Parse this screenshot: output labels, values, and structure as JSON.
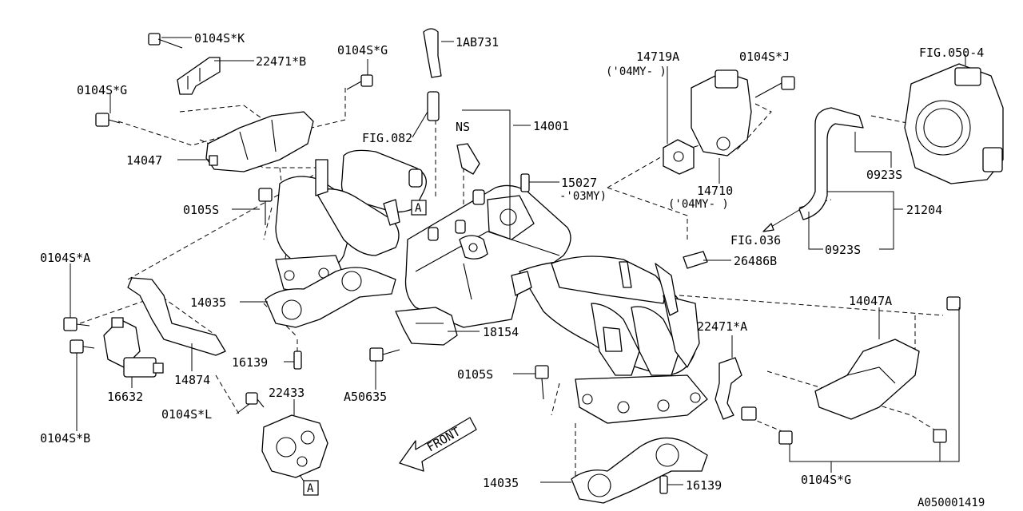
{
  "diagram": {
    "doc_id": "A050001419",
    "front_label": "FRONT",
    "callouts": {
      "c0104sk": "0104S*K",
      "c22471b": "22471*B",
      "c0104sg_top": "0104S*G",
      "c1ab731": "1AB731",
      "c0104sg_left": "0104S*G",
      "c14047": "14047",
      "cfig082": "FIG.082",
      "cns": "NS",
      "c14001": "14001",
      "c15027": "15027",
      "c15027_note": "-'03MY)",
      "c0105s_left": "0105S",
      "c14719a": "14719A",
      "c14719a_note": "('04MY-    )",
      "c0104sj": "0104S*J",
      "c14710": "14710",
      "c14710_note": "('04MY-    )",
      "cfig050": "FIG.050-4",
      "c0923s_a": "0923S",
      "c21204": "21204",
      "c0923s_b": "0923S",
      "cfig036": "FIG.036",
      "c26486b": "26486B",
      "c0104sa": "0104S*A",
      "c14035_left": "14035",
      "c18154": "18154",
      "c14047a": "14047A",
      "c22471a": "22471*A",
      "c16139_left": "16139",
      "c14874": "14874",
      "c16632": "16632",
      "ca50635": "A50635",
      "c0105s_mid": "0105S",
      "c22433": "22433",
      "c0104sl": "0104S*L",
      "c0104sb": "0104S*B",
      "c14035_bottom": "14035",
      "c16139_bottom": "16139",
      "c0104sg_right": "0104S*G"
    },
    "ref_marks": {
      "mark_a_manifold": "A",
      "mark_a_bottom": "A"
    }
  }
}
